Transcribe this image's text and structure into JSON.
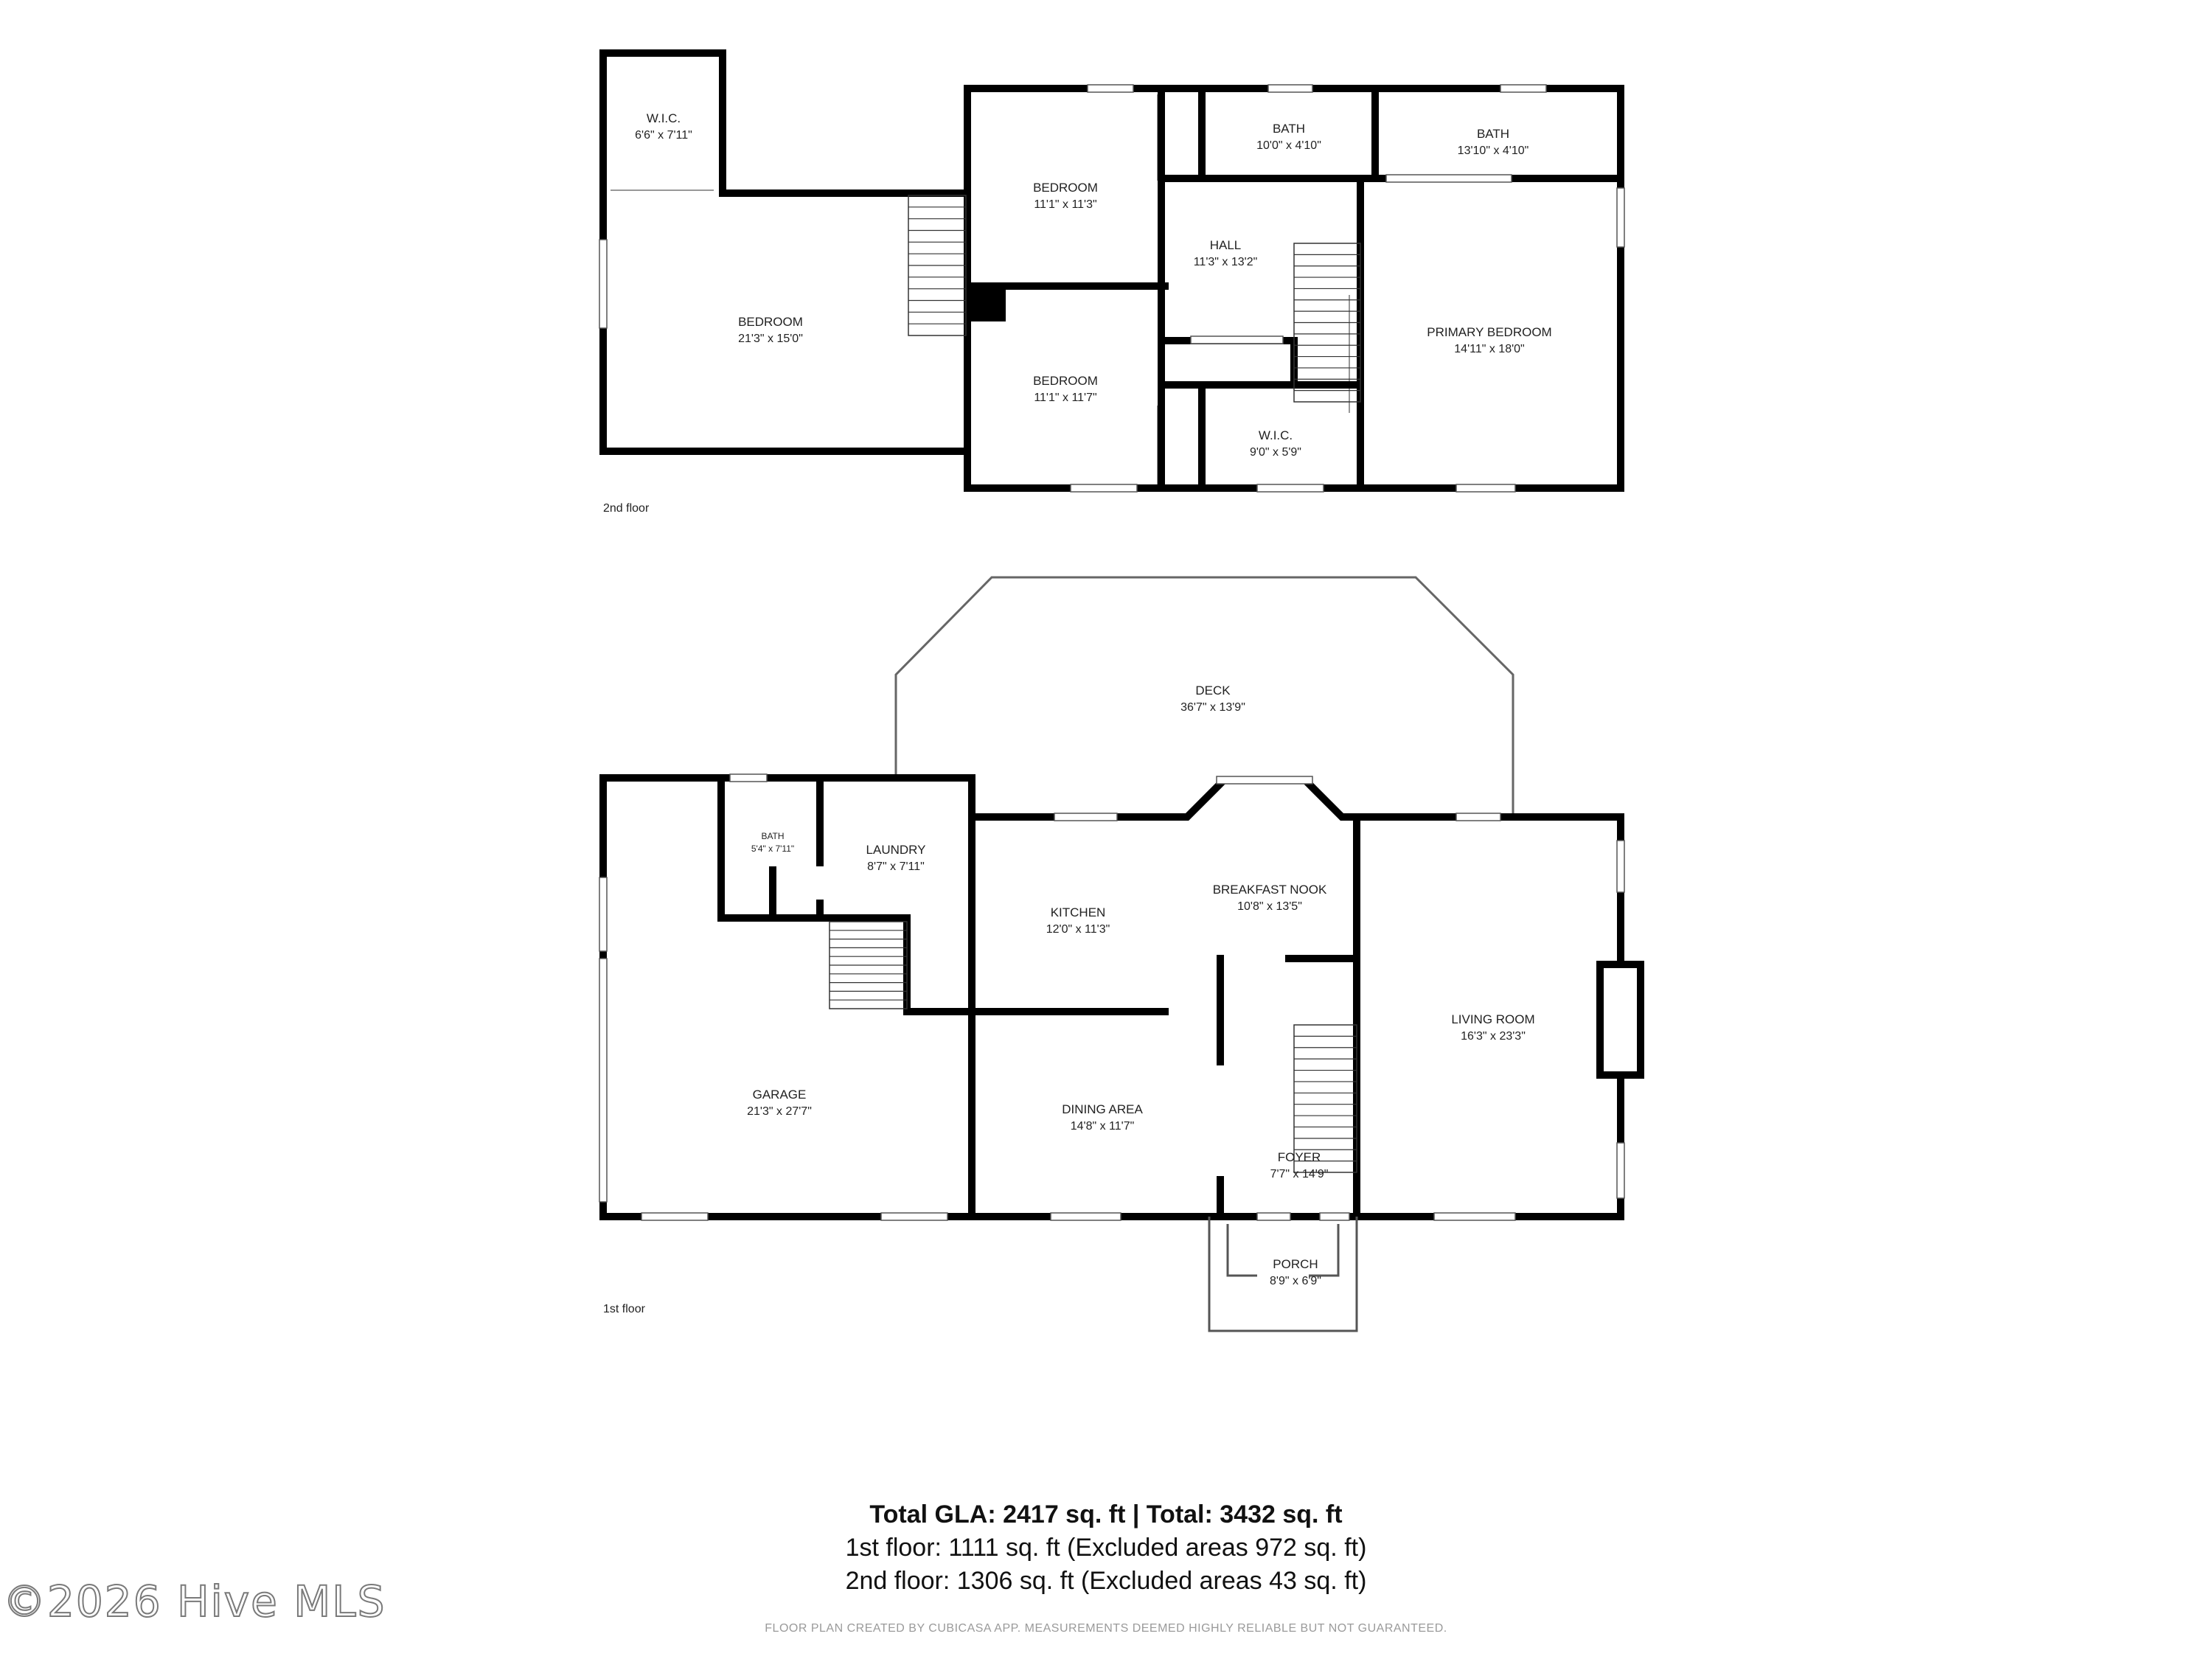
{
  "floors": {
    "second": {
      "label": "2nd floor",
      "rooms": [
        {
          "name": "W.I.C.",
          "dims": "6'6\" x 7'11\""
        },
        {
          "name": "BEDROOM",
          "dims": "21'3\" x 15'0\""
        },
        {
          "name": "BEDROOM",
          "dims": "11'1\" x 11'3\""
        },
        {
          "name": "BEDROOM",
          "dims": "11'1\" x 11'7\""
        },
        {
          "name": "BATH",
          "dims": "10'0\" x 4'10\""
        },
        {
          "name": "BATH",
          "dims": "13'10\" x 4'10\""
        },
        {
          "name": "HALL",
          "dims": "11'3\" x 13'2\""
        },
        {
          "name": "PRIMARY BEDROOM",
          "dims": "14'11\" x 18'0\""
        },
        {
          "name": "W.I.C.",
          "dims": "9'0\" x 5'9\""
        }
      ]
    },
    "first": {
      "label": "1st floor",
      "rooms": [
        {
          "name": "DECK",
          "dims": "36'7\" x 13'9\""
        },
        {
          "name": "BATH",
          "dims": "5'4\" x 7'11\""
        },
        {
          "name": "LAUNDRY",
          "dims": "8'7\" x 7'11\""
        },
        {
          "name": "KITCHEN",
          "dims": "12'0\" x 11'3\""
        },
        {
          "name": "BREAKFAST NOOK",
          "dims": "10'8\" x 13'5\""
        },
        {
          "name": "LIVING ROOM",
          "dims": "16'3\" x 23'3\""
        },
        {
          "name": "GARAGE",
          "dims": "21'3\" x 27'7\""
        },
        {
          "name": "DINING AREA",
          "dims": "14'8\" x 11'7\""
        },
        {
          "name": "FOYER",
          "dims": "7'7\" x 14'9\""
        },
        {
          "name": "PORCH",
          "dims": "8'9\" x 6'9\""
        }
      ]
    }
  },
  "summary": {
    "total": "Total GLA: 2417 sq. ft | Total: 3432 sq. ft",
    "first_floor": "1st floor: 1111 sq. ft (Excluded areas 972 sq. ft)",
    "second_floor": "2nd floor: 1306 sq. ft (Excluded areas 43 sq. ft)"
  },
  "disclaimer": "FLOOR PLAN CREATED BY CUBICASA APP. MEASUREMENTS DEEMED HIGHLY RELIABLE BUT NOT GUARANTEED.",
  "watermark": "©2026 Hive MLS"
}
